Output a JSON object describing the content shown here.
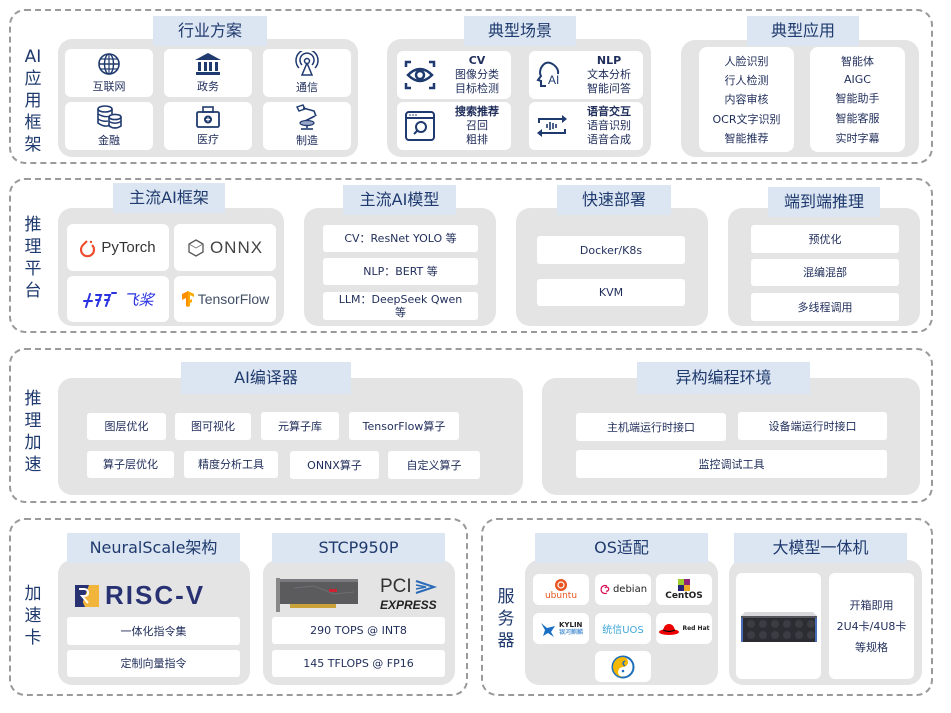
{
  "colors": {
    "dark_blue": "#1f3a6e",
    "title_bg": "#dce6f2",
    "group_bg": "#e4e4e4",
    "dash": "#9a9a9a",
    "pytorch": "#ee4c2c",
    "tensorflow": "#ff8f00",
    "paddle": "#2932e1",
    "riscv_blue": "#283272",
    "riscv_yellow": "#f2b53c"
  },
  "layers": {
    "app": {
      "label": [
        "AI",
        "应",
        "用",
        "框",
        "架"
      ],
      "industry": {
        "title": "行业方案",
        "items": [
          {
            "icon": "globe-icon",
            "label": "互联网"
          },
          {
            "icon": "government-building-icon",
            "label": "政务"
          },
          {
            "icon": "antenna-signal-icon",
            "label": "通信"
          },
          {
            "icon": "coins-database-icon",
            "label": "金融"
          },
          {
            "icon": "medical-kit-icon",
            "label": "医疗"
          },
          {
            "icon": "robot-arm-icon",
            "label": "制造"
          }
        ]
      },
      "scenes": {
        "title": "典型场景",
        "items": [
          {
            "icon": "eye-scan-icon",
            "heading": "CV",
            "lines": [
              "图像分类",
              "目标检测"
            ]
          },
          {
            "icon": "ai-head-icon",
            "heading": "NLP",
            "lines": [
              "文本分析",
              "智能问答"
            ]
          },
          {
            "icon": "search-window-icon",
            "heading": "搜索推荐",
            "lines": [
              "召回",
              "粗排"
            ]
          },
          {
            "icon": "voice-wave-icon",
            "heading": "语音交互",
            "lines": [
              "语音识别",
              "语音合成"
            ]
          }
        ]
      },
      "apps": {
        "title": "典型应用",
        "col1": [
          "人脸识别",
          "行人检测",
          "内容审核",
          "OCR文字识别",
          "智能推荐"
        ],
        "col2": [
          "智能体",
          "AIGC",
          "智能助手",
          "智能客服",
          "实时字幕"
        ]
      }
    },
    "platform": {
      "label": [
        "推",
        "理",
        "平",
        "台"
      ],
      "frameworks": {
        "title": "主流AI框架",
        "items": [
          "PyTorch",
          "ONNX",
          "飞桨",
          "TensorFlow"
        ]
      },
      "models": {
        "title": "主流AI模型",
        "items": [
          "CV：ResNet YOLO 等",
          "NLP：BERT 等",
          "LLM：DeepSeek Qwen 等"
        ]
      },
      "deploy": {
        "title": "快速部署",
        "items": [
          "Docker/K8s",
          "KVM"
        ]
      },
      "e2e": {
        "title": "端到端推理",
        "items": [
          "预优化",
          "混编混部",
          "多线程调用"
        ]
      }
    },
    "accel": {
      "label": [
        "推",
        "理",
        "加",
        "速"
      ],
      "compiler": {
        "title": "AI编译器",
        "row1": [
          "图层优化",
          "图可视化",
          "元算子库",
          "TensorFlow算子"
        ],
        "row2": [
          "算子层优化",
          "精度分析工具",
          "ONNX算子",
          "自定义算子"
        ]
      },
      "hetero": {
        "title": "异构编程环境",
        "items": [
          "主机端运行时接口",
          "设备端运行时接口",
          "监控调试工具"
        ]
      }
    },
    "card": {
      "label": [
        "加",
        "速",
        "卡"
      ],
      "arch": {
        "title": "NeuralScale架构",
        "logo": "RISC-V",
        "items": [
          "一体化指令集",
          "定制向量指令"
        ]
      },
      "product": {
        "title": "STCP950P",
        "pci_top": "PCI",
        "pci_bottom": "EXPRESS",
        "items": [
          "290 TOPS @ INT8",
          "145 TFLOPS @ FP16"
        ]
      }
    },
    "server": {
      "label": [
        "服",
        "务",
        "器"
      ],
      "os": {
        "title": "OS适配",
        "items": [
          "ubuntu",
          "debian",
          "CentOS",
          "KYLIN",
          "统信UOS",
          "Red Hat",
          "openEuler"
        ],
        "kylin_sub": "银河麒麟"
      },
      "appliance": {
        "title": "大模型一体机",
        "lines": [
          "开箱即用",
          "2U4卡/4U8卡",
          "等规格"
        ]
      }
    }
  }
}
